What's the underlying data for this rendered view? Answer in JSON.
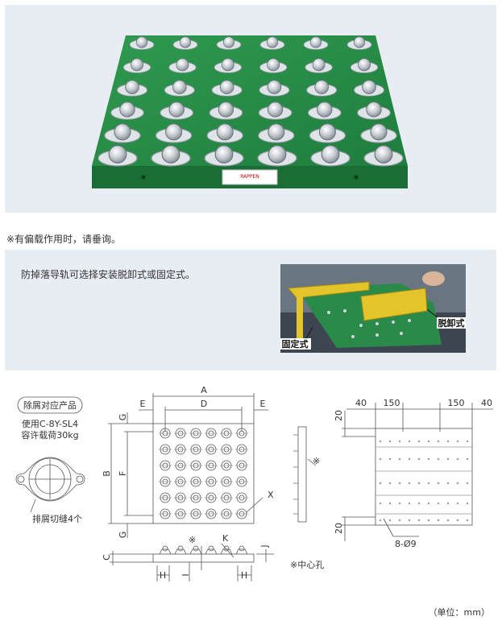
{
  "top_note": "※有偏载作用时，请垂询。",
  "rail_text": "防掉落导轨可选择安装脱卸式或固定式。",
  "photo_labels": {
    "detachable": "脱卸式",
    "fixed": "固定式"
  },
  "product_label": "RAPPEN",
  "drawing": {
    "tag": "除屑对应产品",
    "use_line": "使用C-8Y-SL4",
    "load_line": "容许载荷30kg",
    "slot_label": "排屑切缝4个",
    "dims": {
      "A": "A",
      "B": "B",
      "C": "C",
      "D": "D",
      "E": "E",
      "F": "F",
      "G": "G",
      "H": "H",
      "I": "I",
      "J": "J",
      "K": "K",
      "X": "X",
      "mark": "※"
    },
    "bottom_dims": {
      "d40": "40",
      "d150": "150",
      "d20": "20",
      "holes": "8-Ø9"
    },
    "center_hole": "※中心孔",
    "unit": "（单位：mm）"
  }
}
